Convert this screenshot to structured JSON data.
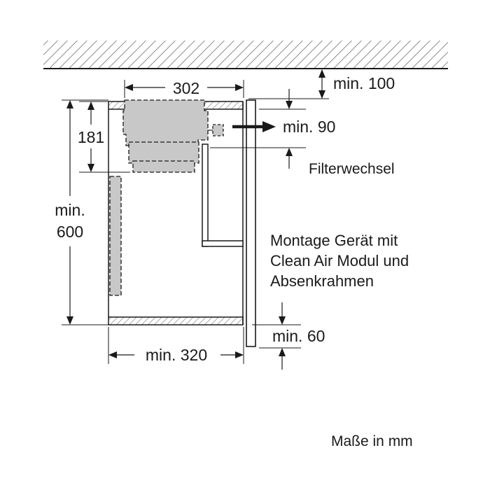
{
  "dimensions": {
    "width_top": "302",
    "height_upper": "181",
    "height_cabinet_line1": "min.",
    "height_cabinet_line2": "600",
    "width_bottom": "min. 320",
    "ceiling_gap": "min. 100",
    "side_clearance": "min. 90",
    "bottom_clearance": "min. 60"
  },
  "labels": {
    "filter_change": "Filterwechsel",
    "description_line1": "Montage Gerät mit",
    "description_line2": "Clean Air Modul und",
    "description_line3": "Absenkrahmen",
    "units_note": "Maße in mm"
  },
  "colors": {
    "line": "#1a1a1a",
    "module_fill": "#c8c8c8"
  }
}
